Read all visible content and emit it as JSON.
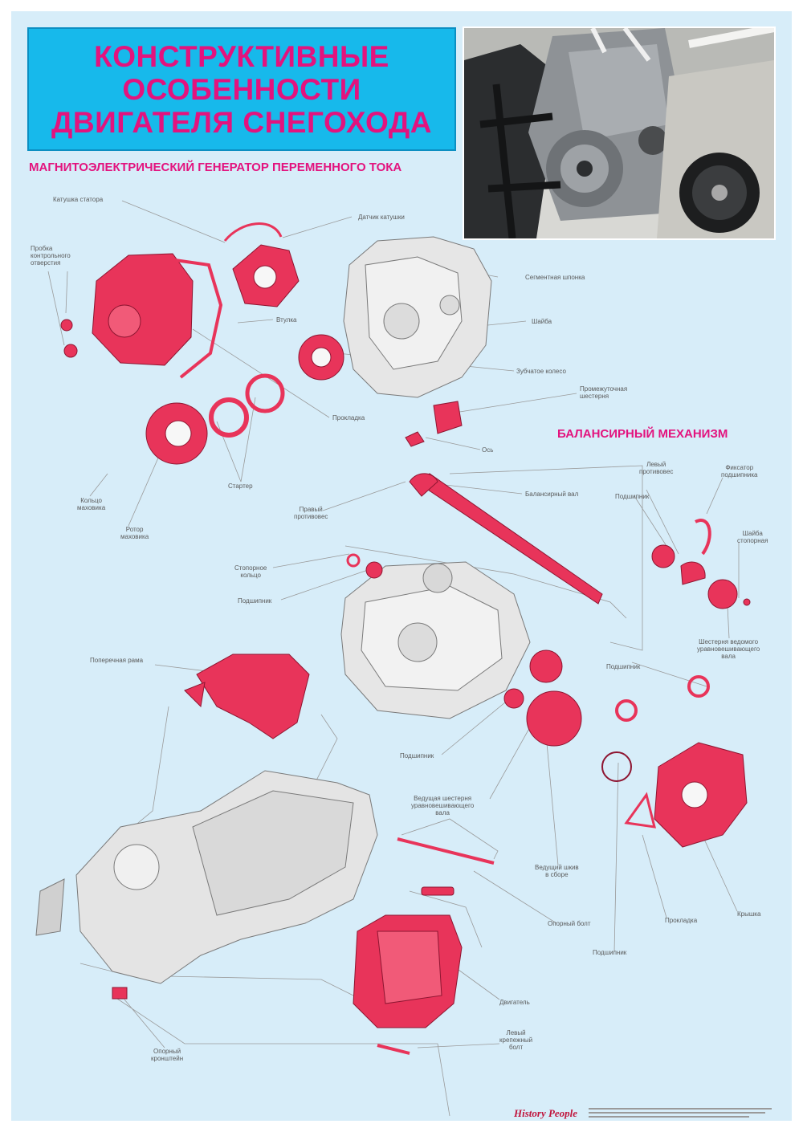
{
  "title": {
    "lines": [
      "КОНСТРУКТИВНЫЕ",
      "ОСОБЕННОСТИ",
      "ДВИГАТЕЛЯ СНЕГОХОДА"
    ]
  },
  "sections": {
    "generator": "МАГНИТОЭЛЕКТРИЧЕСКИЙ ГЕНЕРАТОР ПЕРЕМЕННОГО ТОКА",
    "balancer": "БАЛАНСИРНЫЙ МЕХАНИЗМ"
  },
  "labels": {
    "stator_coil": "Катушка статора",
    "coil_sensor": "Датчик катушки",
    "inspection_plug": [
      "Пробка",
      "контрольного",
      "отверстия"
    ],
    "segment_key": "Сегментная шпонка",
    "washer": "Шайба",
    "bushing": "Втулка",
    "gear_wheel": "Зубчатое колесо",
    "idler_gear": [
      "Промежуточная",
      "шестерня"
    ],
    "gasket_top": "Прокладка",
    "axle": "Ось",
    "starter": "Стартер",
    "flywheel_ring": [
      "Кольцо",
      "маховика"
    ],
    "flywheel_rotor": [
      "Ротор",
      "маховика"
    ],
    "balancer_shaft": "Балансирный вал",
    "right_counterweight": [
      "Правый",
      "противовес"
    ],
    "retaining_ring": [
      "Стопорное",
      "кольцо"
    ],
    "bearing_left": "Подшипник",
    "left_counterweight": [
      "Левый",
      "противовес"
    ],
    "bearing_retainer": [
      "Фиксатор",
      "подшипника"
    ],
    "bearing_right_top": "Подшипник",
    "lock_washer": [
      "Шайба",
      "стопорная"
    ],
    "drive_gear": [
      "Шестерня ведомого",
      "уравновешивающего",
      "вала"
    ],
    "bearing_mid": "Подшипник",
    "cross_frame": "Поперечная рама",
    "bearing_low": "Подшипник",
    "driven_gear": [
      "Ведущая шестерня",
      "уравновешивающего",
      "вала"
    ],
    "drive_pulley": [
      "Ведущий шкив",
      "в сборе"
    ],
    "support_bolt": "Опорный болт",
    "gasket_bottom": "Прокладка",
    "cover": "Крышка",
    "bearing_bottom": "Подшипник",
    "engine": "Двигатель",
    "left_mount_bolt": [
      "Левый",
      "крепежный",
      "болт"
    ],
    "support_bracket": [
      "Опорный",
      "кронштейн"
    ]
  },
  "footer": {
    "brand": "History People"
  },
  "colors": {
    "sheet": "#d7edf9",
    "title_box": "#17b9eb",
    "title_text": "#e3137e",
    "part_red": "#e8345a",
    "part_gray": "#e4e4e4"
  }
}
